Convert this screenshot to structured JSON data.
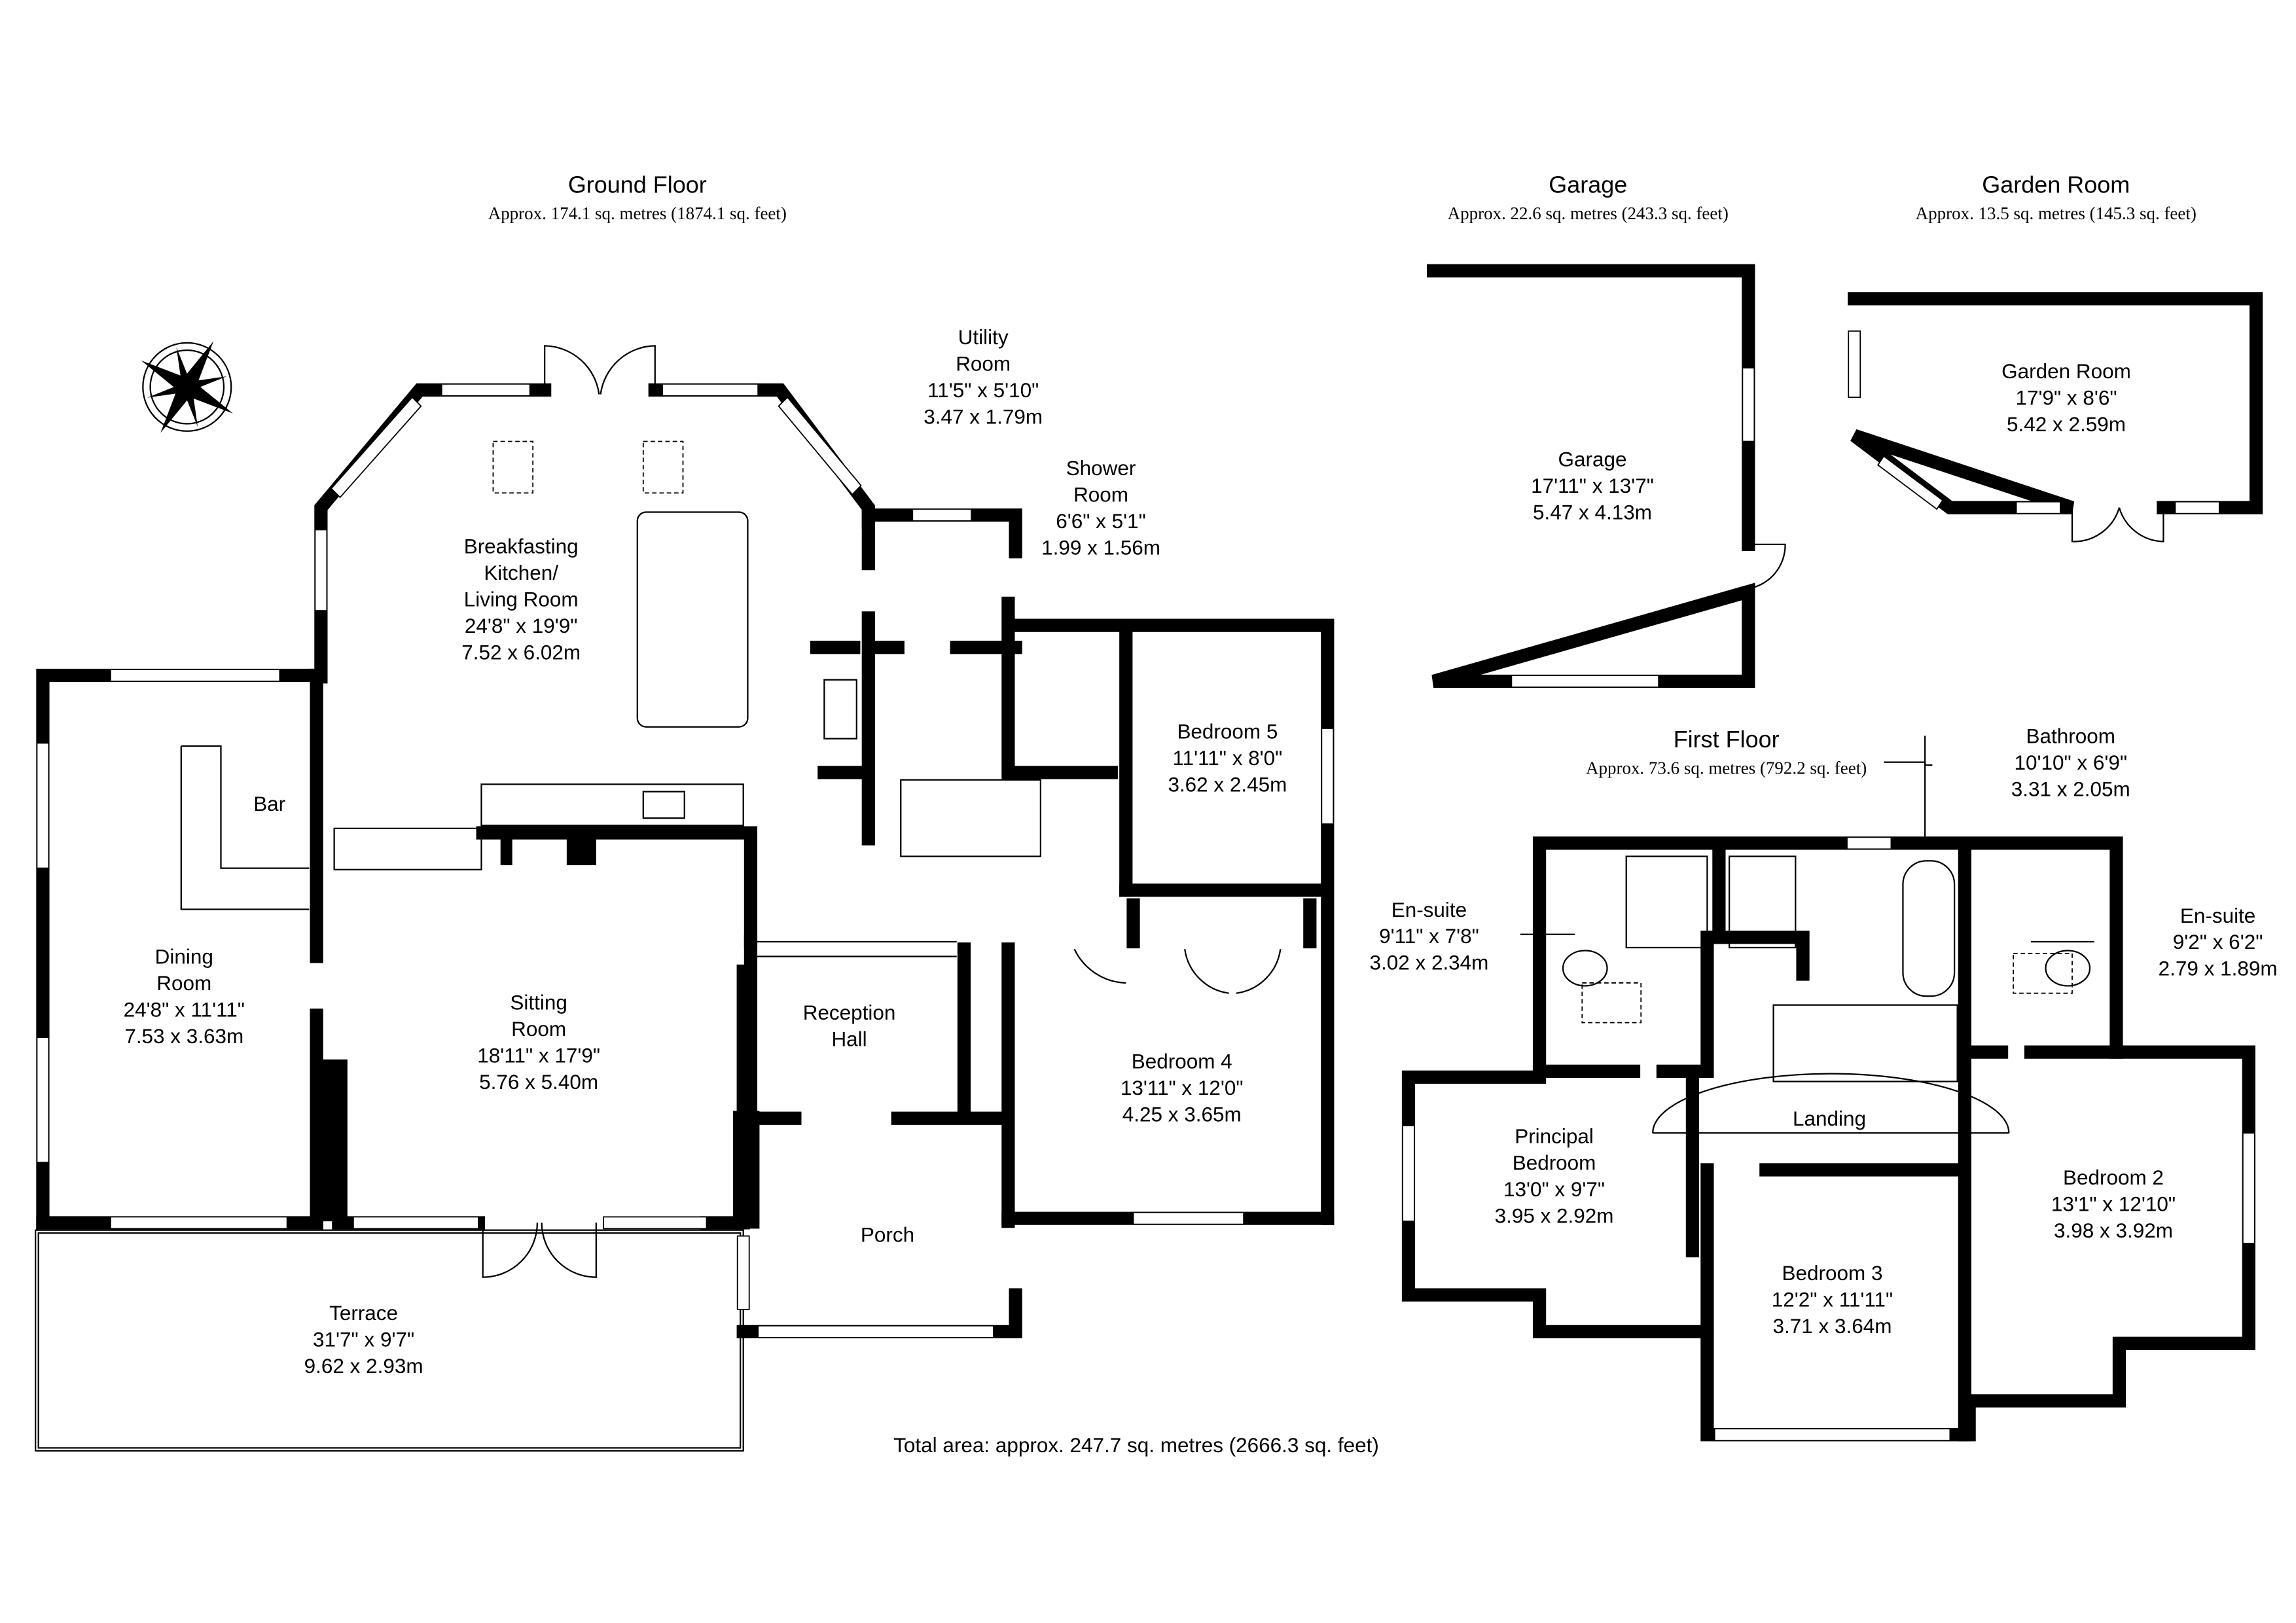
{
  "floors": {
    "ground": {
      "title": "Ground Floor",
      "area": "Approx. 174.1 sq. metres (1874.1 sq. feet)"
    },
    "garage": {
      "title": "Garage",
      "area": "Approx. 22.6 sq. metres (243.3 sq. feet)"
    },
    "garden_room": {
      "title": "Garden Room",
      "area": "Approx. 13.5 sq. metres (145.3 sq. feet)"
    },
    "first": {
      "title": "First Floor",
      "area": "Approx. 73.6 sq. metres (792.2 sq. feet)"
    }
  },
  "total_area": "Total area: approx. 247.7 sq. metres (2666.3 sq. feet)",
  "rooms": [
    {
      "id": "breakfasting-kitchen",
      "lines": [
        "Breakfasting",
        "Kitchen/",
        "Living Room",
        "24'8\" x 19'9\"",
        "7.52 x 6.02m"
      ]
    },
    {
      "id": "utility-room",
      "lines": [
        "Utility",
        "Room",
        "11'5\" x 5'10\"",
        "3.47 x 1.79m"
      ]
    },
    {
      "id": "shower-room",
      "lines": [
        "Shower",
        "Room",
        "6'6\" x 5'1\"",
        "1.99 x 1.56m"
      ]
    },
    {
      "id": "bedroom-5",
      "lines": [
        "Bedroom 5",
        "11'11\" x 8'0\"",
        "3.62 x 2.45m"
      ]
    },
    {
      "id": "bar",
      "lines": [
        "Bar"
      ]
    },
    {
      "id": "dining-room",
      "lines": [
        "Dining",
        "Room",
        "24'8\" x 11'11\"",
        "7.53 x 3.63m"
      ]
    },
    {
      "id": "sitting-room",
      "lines": [
        "Sitting",
        "Room",
        "18'11\" x 17'9\"",
        "5.76 x 5.40m"
      ]
    },
    {
      "id": "reception-hall",
      "lines": [
        "Reception",
        "Hall"
      ]
    },
    {
      "id": "bedroom-4",
      "lines": [
        "Bedroom 4",
        "13'11\" x 12'0\"",
        "4.25 x 3.65m"
      ]
    },
    {
      "id": "porch",
      "lines": [
        "Porch"
      ]
    },
    {
      "id": "terrace",
      "lines": [
        "Terrace",
        "31'7\" x 9'7\"",
        "9.62 x 2.93m"
      ]
    },
    {
      "id": "garage",
      "lines": [
        "Garage",
        "17'11\" x 13'7\"",
        "5.47 x 4.13m"
      ]
    },
    {
      "id": "garden-room",
      "lines": [
        "Garden Room",
        "17'9\" x 8'6\"",
        "5.42 x 2.59m"
      ]
    },
    {
      "id": "bathroom",
      "lines": [
        "Bathroom",
        "10'10\" x 6'9\"",
        "3.31 x 2.05m"
      ]
    },
    {
      "id": "en-suite-left",
      "lines": [
        "En-suite",
        "9'11\" x 7'8\"",
        "3.02 x 2.34m"
      ]
    },
    {
      "id": "en-suite-right",
      "lines": [
        "En-suite",
        "9'2\" x 6'2\"",
        "2.79 x 1.89m"
      ]
    },
    {
      "id": "landing",
      "lines": [
        "Landing"
      ]
    },
    {
      "id": "principal-bedroom",
      "lines": [
        "Principal",
        "Bedroom",
        "13'0\" x 9'7\"",
        "3.95 x 2.92m"
      ]
    },
    {
      "id": "bedroom-3",
      "lines": [
        "Bedroom 3",
        "12'2\" x 11'11\"",
        "3.71 x 3.64m"
      ]
    },
    {
      "id": "bedroom-2",
      "lines": [
        "Bedroom 2",
        "13'1\" x 12'10\"",
        "3.98 x 3.92m"
      ]
    }
  ],
  "compass_icon": "compass-rose-icon"
}
